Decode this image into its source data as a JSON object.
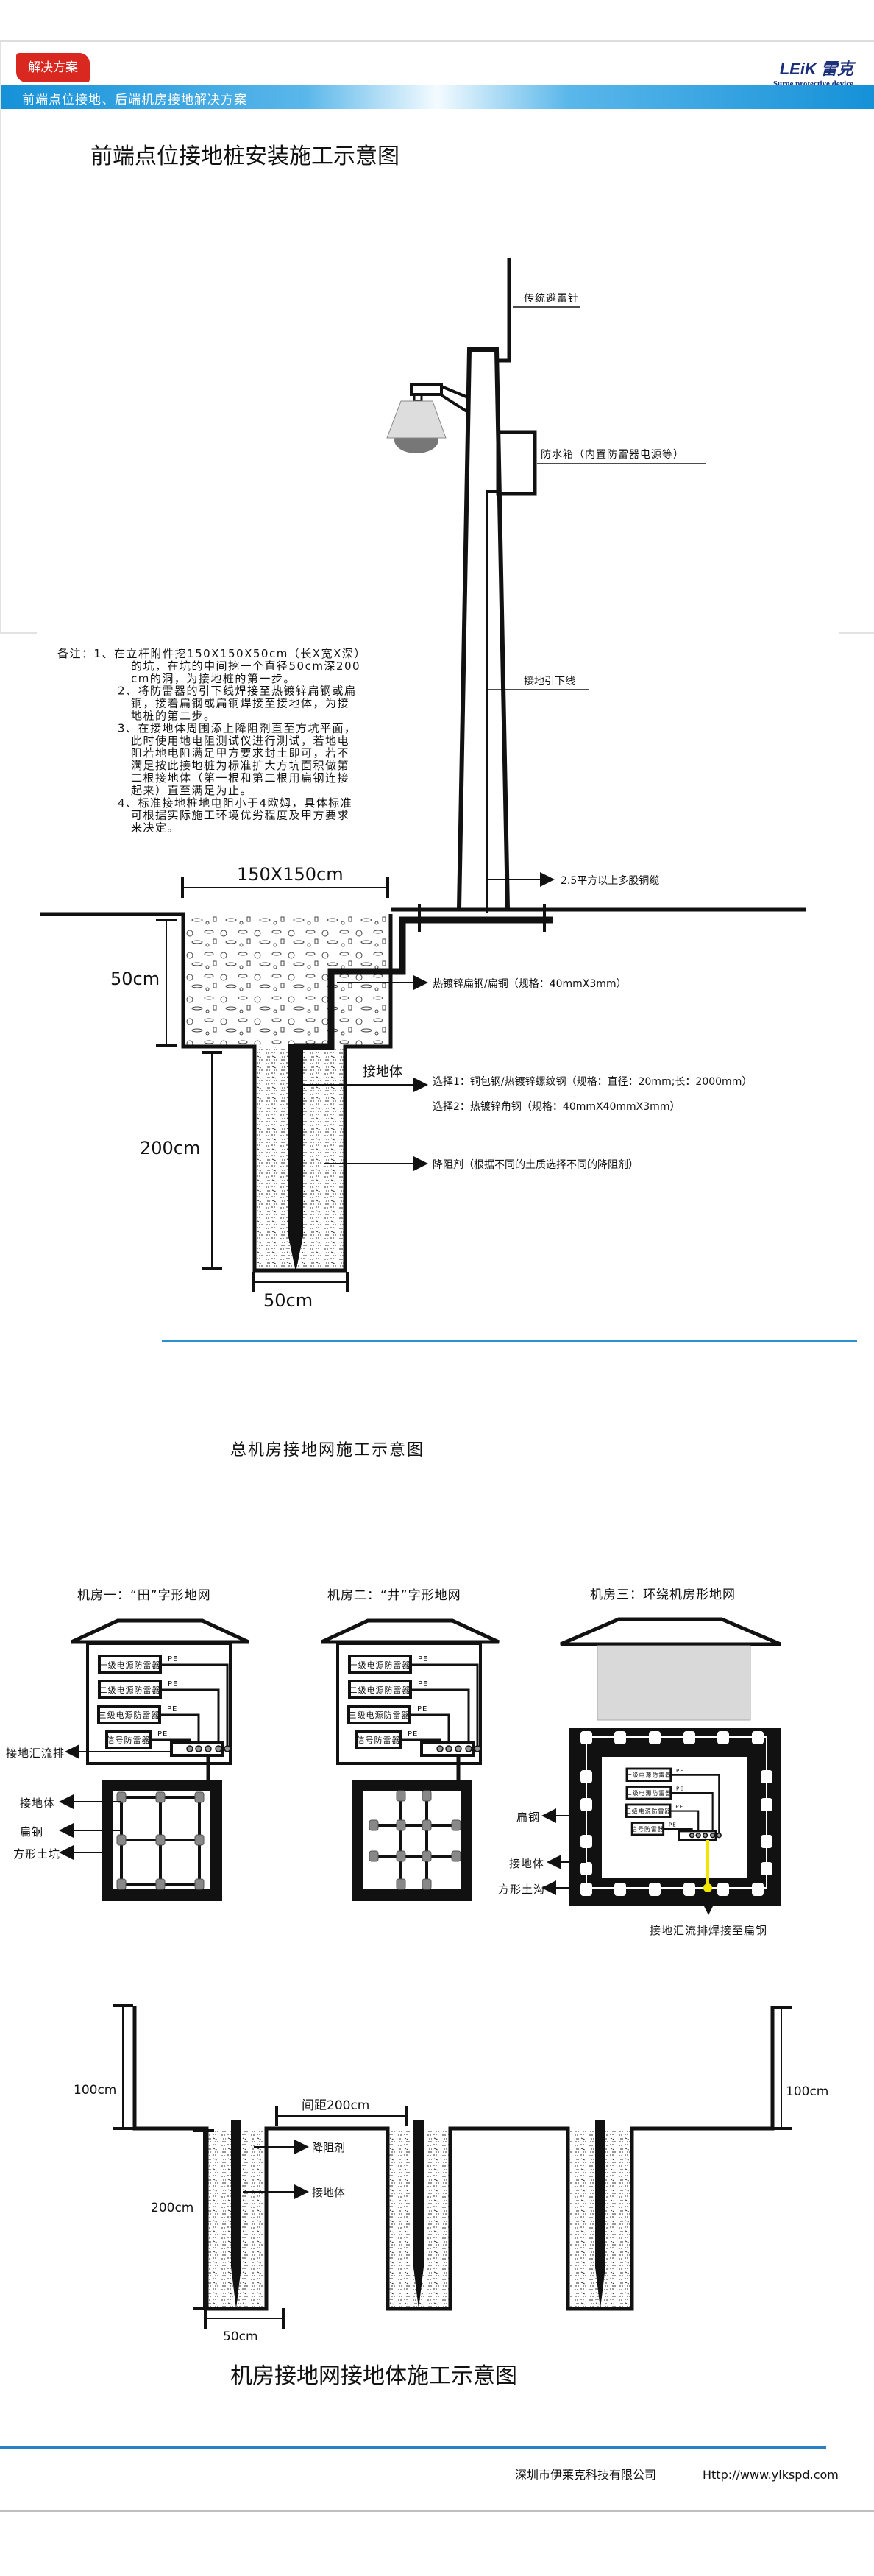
{
  "header": {
    "badge": "解决方案",
    "logo_brand": "LEiK",
    "logo_cn": "雷克",
    "logo_sub": "Surge protective device",
    "band_title": "前端点位接地、后端机房接地解决方案"
  },
  "front": {
    "title": "前端点位接地桩安装施工示意图",
    "lightning_rod": "传统避雷针",
    "waterproof_box": "防水箱（内置防雷器电源等）",
    "down_conductor": "接地引下线",
    "cable": "2.5平方以上多股铜缆",
    "pit_size": "150X150cm",
    "depth_50": "50cm",
    "depth_200": "200cm",
    "width_50": "50cm",
    "flat_steel": "热镀锌扁钢/扁铜（规格：40mmX3mm）",
    "ground_body": "接地体",
    "option1": "选择1：铜包钢/热镀锌螺纹钢（规格：直径：20mm;长：2000mm）",
    "option2": "选择2：热镀锌角钢（规格：40mmX40mmX3mm）",
    "reducer": "降阻剂（根据不同的土质选择不同的降阻剂）",
    "notes": [
      "备注：1、在立杆附件挖150X150X50cm（长X宽X深）",
      "的坑，在坑的中间挖一个直径50cm深200",
      "cm的洞，为接地桩的第一步。",
      "2、将防雷器的引下线焊接至热镀锌扁钢或扁",
      "铜，接着扁钢或扁铜焊接至接地体，为接",
      "地桩的第二步。",
      "3、在接地体周围添上降阻剂直至方坑平面，",
      "此时使用地电阻测试仪进行测试，若地电",
      "阻若地电阻满足甲方要求封土即可，若不",
      "满足按此接地桩为标准扩大方坑面积做第",
      "二根接地体（第一根和第二根用扁钢连接",
      "起来）直至满足为止。",
      "4、标准接地桩地电阻小于4欧姆，具体标准",
      "可根据实际施工环境优劣程度及甲方要求",
      "来决定。"
    ]
  },
  "rooms": {
    "title": "总机房接地网施工示意图",
    "spd": [
      "一级电源防雷器",
      "二级电源防雷器",
      "三级电源防雷器",
      "信号防雷器"
    ],
    "pe": "PE",
    "room1": {
      "title": "机房一：“田”字形地网",
      "busbar": "接地汇流排",
      "ground_body": "接地体",
      "flat_steel": "扁钢",
      "pit": "方形土坑"
    },
    "room2": {
      "title": "机房二：“井”字形地网"
    },
    "room3": {
      "title": "机房三：环绕机房形地网",
      "flat_steel": "扁钢",
      "ground_body": "接地体",
      "trench": "方形土沟",
      "weld": "接地汇流排焊接至扁钢"
    }
  },
  "grid": {
    "title": "机房接地网接地体施工示意图",
    "h_left": "100cm",
    "h_right": "100cm",
    "spacing": "间距200cm",
    "reducer": "降阻剂",
    "ground_body": "接地体",
    "depth": "200cm",
    "width": "50cm"
  },
  "footer": {
    "company": "深圳市伊莱克科技有限公司",
    "url": "Http://www.ylkspd.com"
  },
  "colors": {
    "brand_blue": "#1591d8",
    "badge_red": "#d9281f",
    "weld_yellow": "#f2e600"
  }
}
